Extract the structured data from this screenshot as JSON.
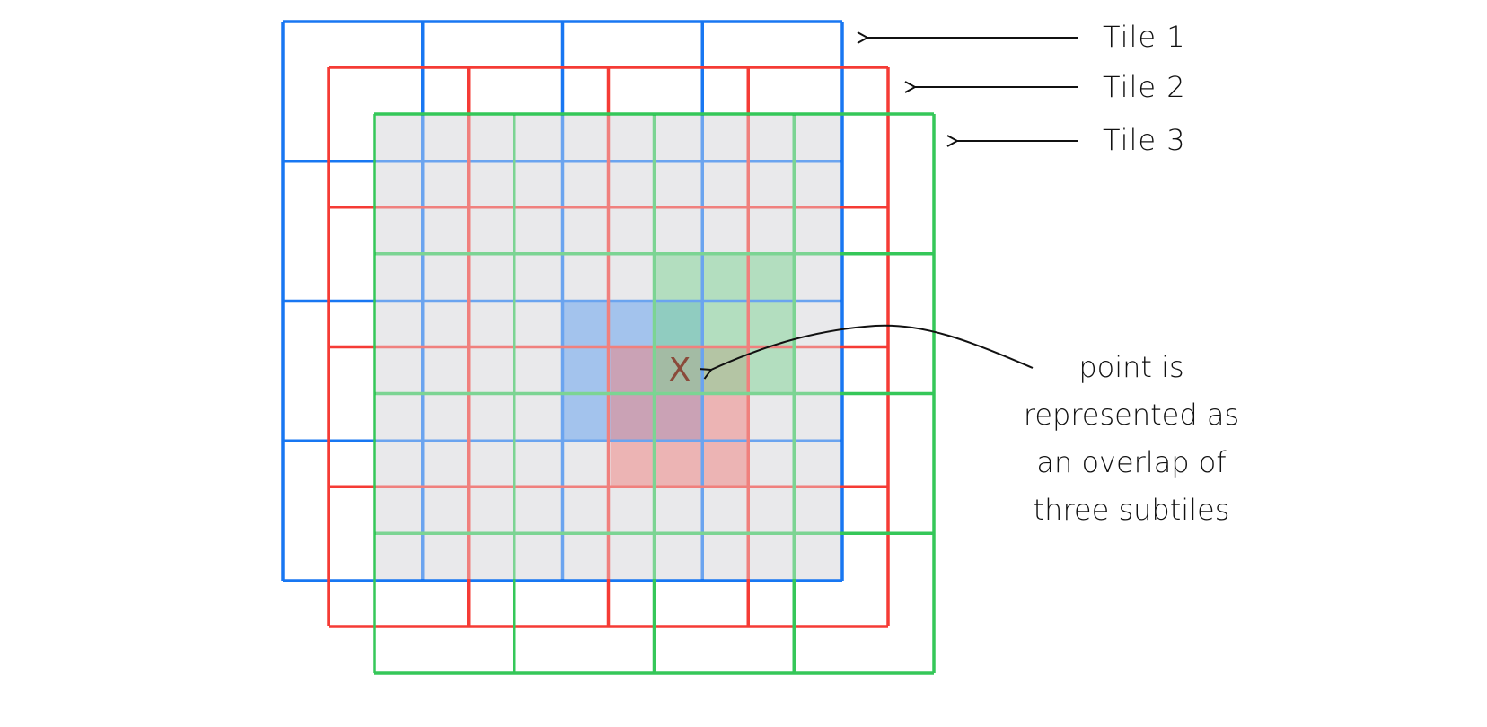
{
  "tiles": [
    {
      "label": "Tile 1",
      "color": "#1877f2"
    },
    {
      "label": "Tile 2",
      "color": "#f53b35"
    },
    {
      "label": "Tile 3",
      "color": "#35c759"
    }
  ],
  "overlap_fill": "#e9e9eb",
  "point_marker": "X",
  "annotation": {
    "line1": "point is",
    "line2": "represented as",
    "line3": "an overlap of",
    "line4": "three subtiles"
  }
}
